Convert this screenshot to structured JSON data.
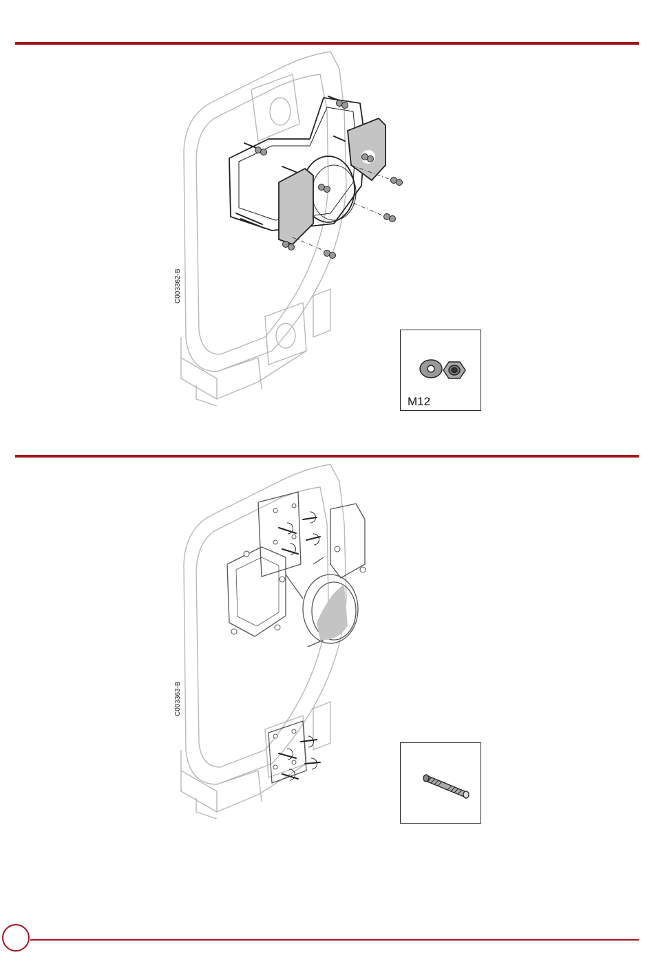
{
  "colors": {
    "accent": "#a3141c",
    "line": "#222222",
    "light_line": "#b8b8b8",
    "fill_gray": "#c4c4c4"
  },
  "figures": [
    {
      "code": "C003362-B",
      "detail": {
        "label": "M12",
        "icon": "nut-washer-icon"
      }
    },
    {
      "code": "C003363-B",
      "detail": {
        "label": "",
        "icon": "stud-bolt-icon"
      }
    }
  ],
  "footer": {
    "page_number": ""
  }
}
